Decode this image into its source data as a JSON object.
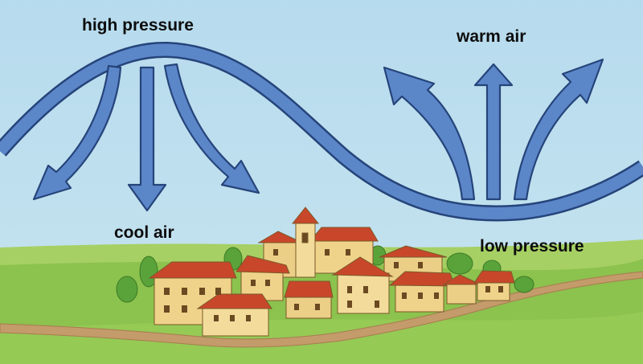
{
  "labels": {
    "high_pressure": "high pressure",
    "warm_air": "warm air",
    "cool_air": "cool air",
    "low_pressure": "low pressure"
  },
  "colors": {
    "sky": "#b9dcec",
    "arrow_fill": "#5b87c9",
    "arrow_outline": "#26447a",
    "grass": "#8cc24e",
    "grass_far": "#a6d064",
    "path": "#c29a6a",
    "wall": "#f0d38a",
    "roof": "#c8472a"
  },
  "icons": {
    "descending_arrows": "arrow-down-icon",
    "rising_arrows": "arrow-up-icon",
    "village": "village-illustration"
  }
}
